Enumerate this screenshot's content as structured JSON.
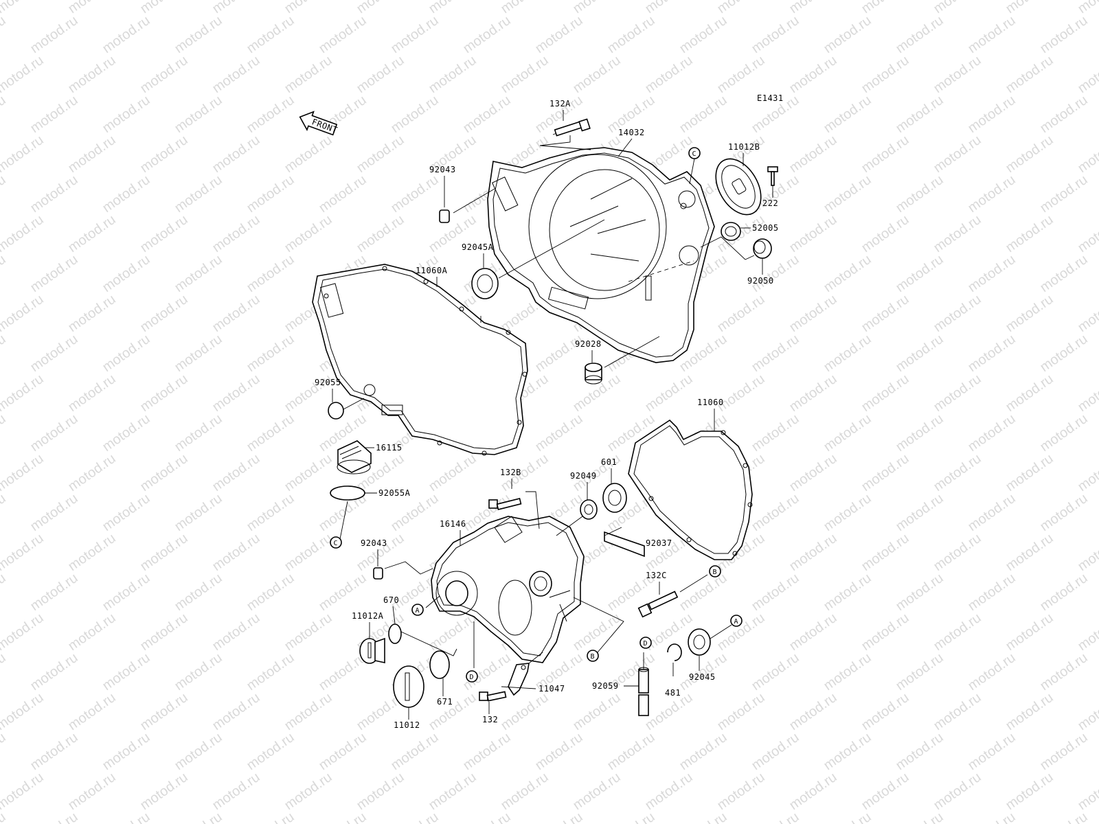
{
  "diagram_code": "E1431",
  "direction_label": "FRONT",
  "watermark": "motod.ru",
  "parts": {
    "p132A": "132A",
    "p14032": "14032",
    "p11012B": "11012B",
    "p222": "222",
    "p52005": "52005",
    "p92050": "92050",
    "p92043_top": "92043",
    "p92045A": "92045A",
    "p11060A": "11060A",
    "p92028": "92028",
    "p92055": "92055",
    "p11060": "11060",
    "p16115": "16115",
    "p92055A": "92055A",
    "p132B": "132B",
    "p92049": "92049",
    "p601": "601",
    "p16146": "16146",
    "p92043_bottom": "92043",
    "p92037": "92037",
    "p132C": "132C",
    "p670": "670",
    "p11012A": "11012A",
    "p671": "671",
    "p11012": "11012",
    "p132": "132",
    "p11047": "11047",
    "p92059": "92059",
    "p481": "481",
    "p92045": "92045"
  },
  "refs": {
    "A": "A",
    "B": "B",
    "C": "C",
    "D": "D"
  }
}
